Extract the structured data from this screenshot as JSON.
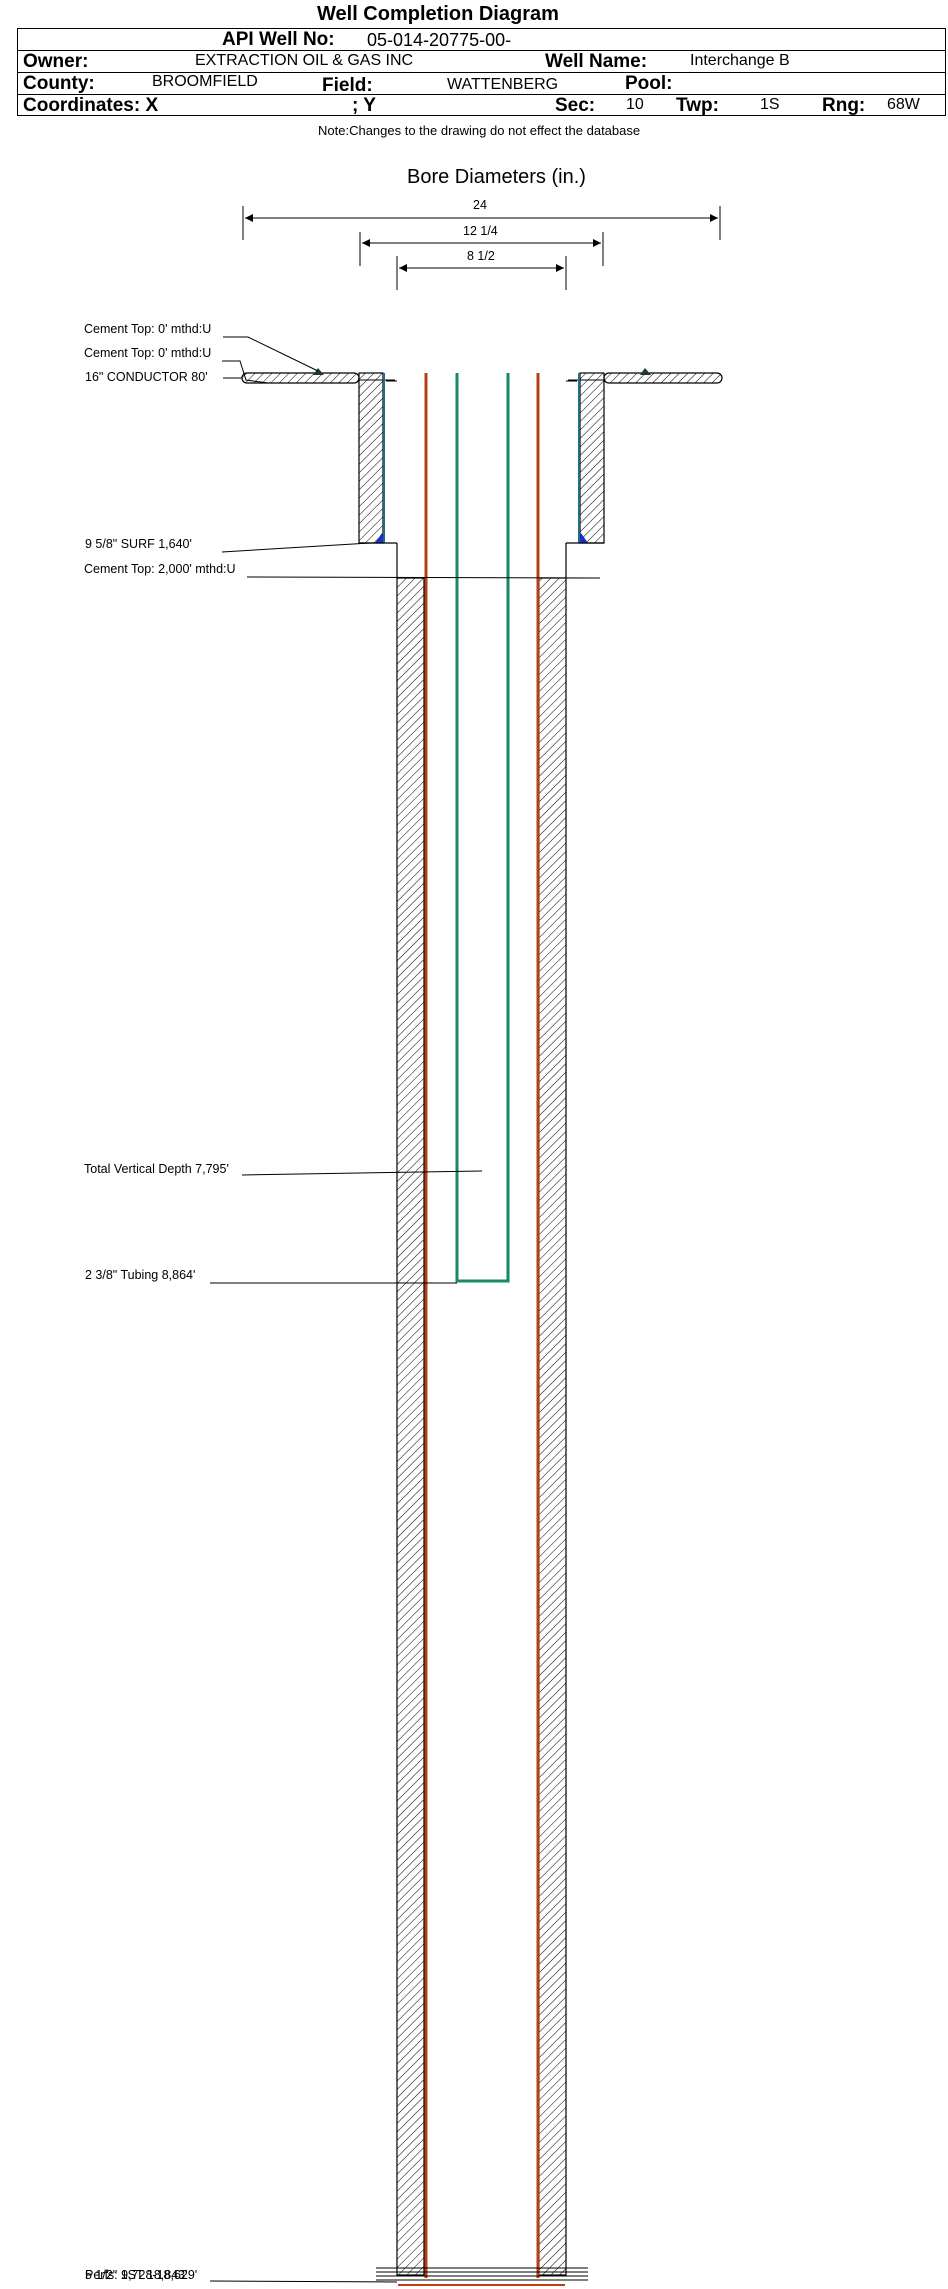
{
  "header": {
    "title": "Well Completion Diagram",
    "api_label": "API Well No:",
    "api_value": "05-014-20775-00-",
    "owner_label": "Owner:",
    "owner_value": "EXTRACTION OIL & GAS INC",
    "well_name_label": "Well Name:",
    "well_name_value": "Interchange B",
    "county_label": "County:",
    "county_value": "BROOMFIELD",
    "field_label": "Field:",
    "field_value": "WATTENBERG",
    "pool_label": "Pool:",
    "coords_label": "Coordinates: X",
    "y_label": "; Y",
    "sec_label": "Sec:",
    "sec_value": "10",
    "twp_label": "Twp:",
    "twp_value": "1S",
    "rng_label": "Rng:",
    "rng_value": "68W",
    "note": "Note:Changes to the drawing do not effect the database"
  },
  "bore": {
    "title": "Bore Diameters (in.)",
    "diameters": [
      "24",
      "12 1/4",
      "8 1/2"
    ]
  },
  "annotations": {
    "cement_top_1": "Cement Top: 0' mthd:U",
    "cement_top_2": "Cement Top: 0' mthd:U",
    "conductor": "16\" CONDUCTOR  80'",
    "surf": "9 5/8\" SURF       1,640'",
    "cement_top_3": "Cement Top: 2,000' mthd:U",
    "tvd": "Total Vertical Depth 7,795'",
    "tubing": "2 3/8\" Tubing 8,864'",
    "bottom_a": "Perfs: 9,728-18,629'",
    "bottom_b": "5 1/2\" 1ST    18,843'"
  },
  "colors": {
    "production_casing": "#b5401a",
    "tubing": "#188a5e",
    "surface_casing": "#1f6f8a",
    "cement_marker": "#1e3a2e",
    "blue_marker": "#1f2fcf"
  }
}
